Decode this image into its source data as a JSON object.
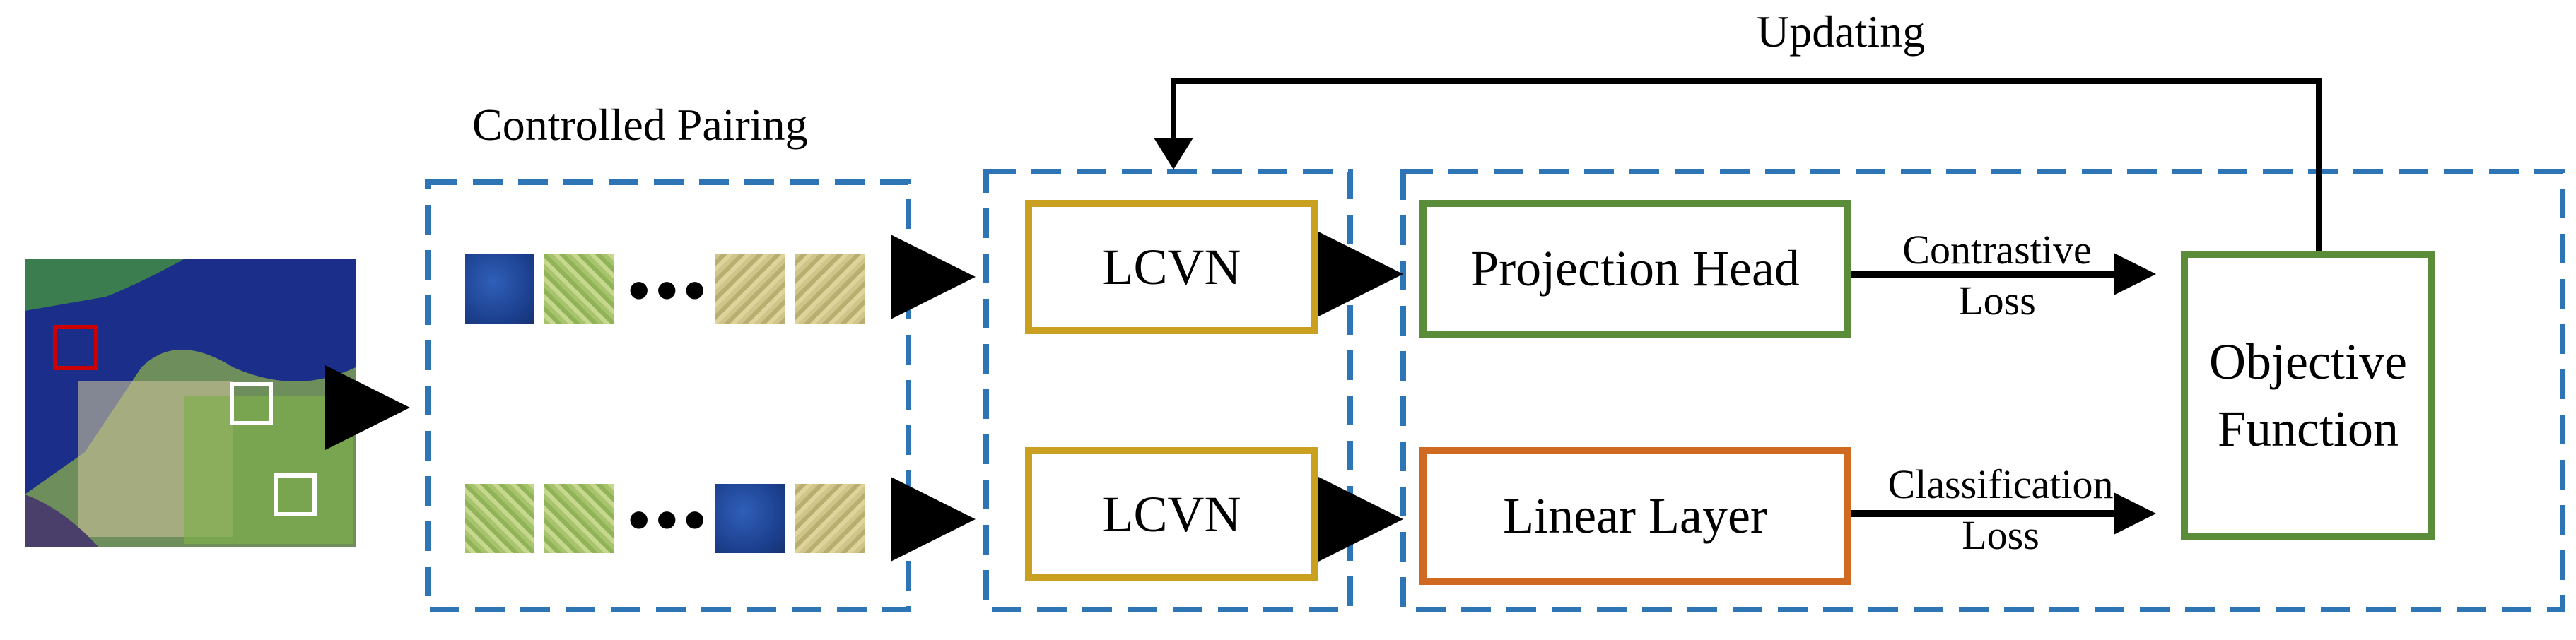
{
  "title_top": "Updating",
  "pairing_label": "Controlled Pairing",
  "lcvn_top": "LCVN",
  "lcvn_bottom": "LCVN",
  "projection_head": "Projection Head",
  "linear_layer": "Linear Layer",
  "contrastive_loss": [
    "Contrastive",
    "Loss"
  ],
  "classification_loss": [
    "Classification",
    "Loss"
  ],
  "objective_function": [
    "Objective",
    "Function"
  ],
  "ellipsis": "•••",
  "colors": {
    "dashed_blue": "#2e75b6",
    "gold": "#c9a020",
    "green": "#5b8c3a",
    "orange": "#d06a20",
    "red_marker": "#cc0000"
  }
}
